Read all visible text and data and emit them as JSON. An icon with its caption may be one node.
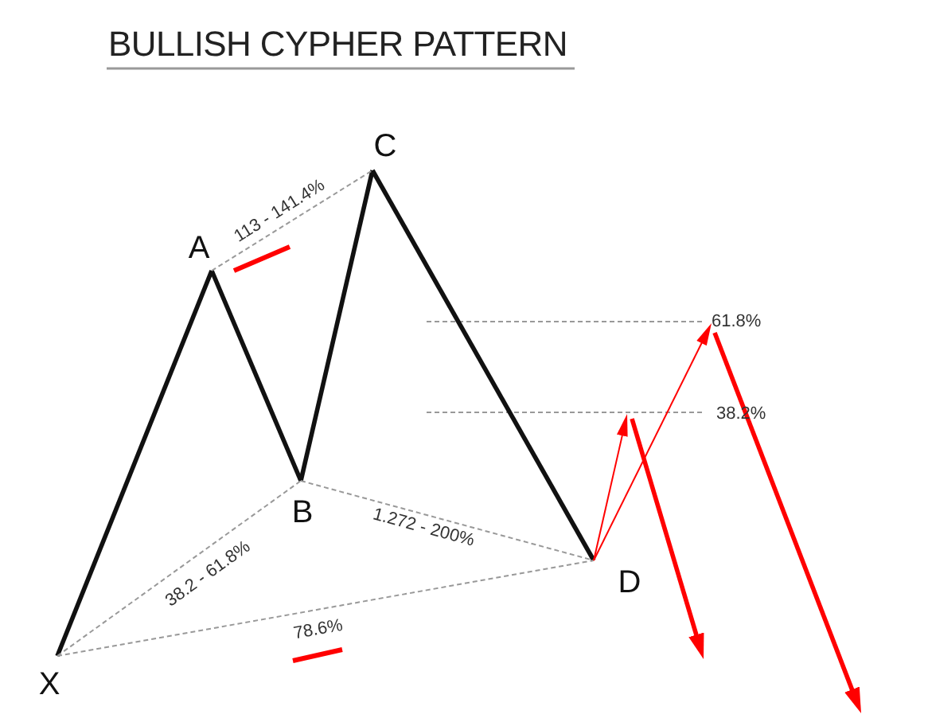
{
  "diagram": {
    "title": "BULLISH CYPHER PATTERN",
    "nodes": [
      {
        "text": [
          "X"
        ]
      },
      {
        "text": [
          "A"
        ]
      },
      {
        "text": [
          "B"
        ]
      },
      {
        "text": [
          "C"
        ]
      },
      {
        "text": [
          "D"
        ]
      },
      {
        "text": [
          "61.8%"
        ]
      }
    ],
    "edges": [
      {
        "from": 0,
        "to": 1,
        "arrow": "none",
        "style": "thick"
      },
      {
        "from": 1,
        "to": 2,
        "arrow": "none",
        "style": "thick"
      },
      {
        "from": 2,
        "to": 3,
        "arrow": "none",
        "style": "thick"
      },
      {
        "from": 3,
        "to": 4,
        "arrow": "none",
        "style": "thick"
      },
      {
        "from": 1,
        "to": 3,
        "arrow": "none",
        "label": "113 - 141.4%",
        "style": "dashed",
        "color": "#999999"
      },
      {
        "from": 0,
        "to": 2,
        "arrow": "none",
        "label": "38.2 - 61.8%",
        "style": "dashed",
        "color": "#999999"
      },
      {
        "from": 2,
        "to": 4,
        "arrow": "none",
        "label": "1.272 - 200%",
        "style": "dashed",
        "color": "#999999"
      },
      {
        "from": 0,
        "to": 4,
        "arrow": "none",
        "label": "78.6%",
        "style": "dashed",
        "color": "#999999"
      },
      {
        "from": 4,
        "to": null,
        "arrow": "to",
        "color": "#ff0000"
      },
      {
        "from": 4,
        "to": 5,
        "arrow": "to",
        "color": "#ff0000"
      },
      {
        "from": 5,
        "to": null,
        "arrow": "to",
        "style": "thick",
        "color": "#ff0000"
      }
    ],
    "labels": [
      "38.2%"
    ]
  }
}
